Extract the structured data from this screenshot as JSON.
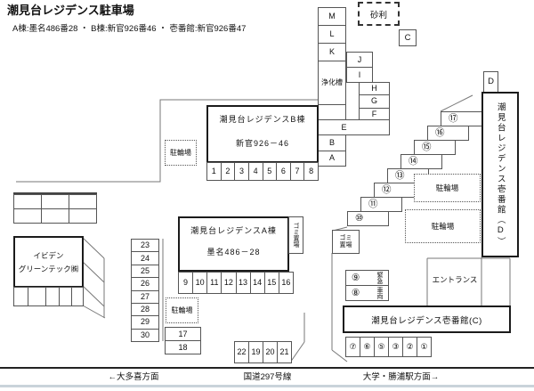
{
  "header": {
    "title": "潮見台レジデンス駐車場",
    "subtitle": "A棟:墨名486番28 ・ B棟:新官926番46 ・ 壱番館:新官926番47"
  },
  "buildings": {
    "b_name": "潮見台レジデンスB棟",
    "b_addr": "新官926－46",
    "a_name": "潮見台レジデンスA棟",
    "a_addr": "墨名486－28",
    "c_name": "潮見台レジデンス壱番館(C)",
    "d_name": "潮見台レジデンス壱番館（D）",
    "company_line1": "イビデン",
    "company_line2": "グリーンテック㈱"
  },
  "areas": {
    "gravel": "砂利",
    "septic_tank": "浄化槽",
    "bicycle_parking": "駐輪場",
    "trash_vertical": "ゴミ置場",
    "trash_line1": "ゴミ",
    "trash_line2": "置場",
    "entrance": "エントランス",
    "box_c": "C",
    "box_d": "D",
    "emergency_top": "緊急",
    "emergency_bottom": "車両"
  },
  "roads": {
    "west": "←大多喜方面",
    "route": "国道297号線",
    "east": "大学・勝浦駅方面→"
  },
  "spots": {
    "m_l_k": [
      "M",
      "L",
      "K"
    ],
    "j_i": [
      "J",
      "I"
    ],
    "h_g_f": [
      "H",
      "G",
      "F"
    ],
    "e": "E",
    "b_a": [
      "B",
      "A"
    ],
    "row_1_8": [
      "1",
      "2",
      "3",
      "4",
      "5",
      "6",
      "7",
      "8"
    ],
    "row_9_16": [
      "9",
      "10",
      "11",
      "12",
      "13",
      "14",
      "15",
      "16"
    ],
    "col_23_30": [
      "23",
      "24",
      "25",
      "26",
      "27",
      "28",
      "29",
      "30"
    ],
    "col_17_18": [
      "17",
      "18"
    ],
    "row_19_22": [
      "22",
      "19",
      "20",
      "21"
    ],
    "stair_10_17": [
      "⑩",
      "⑪",
      "⑫",
      "⑬",
      "⑭",
      "⑮",
      "⑯",
      "⑰"
    ],
    "row_circled": [
      "⑦",
      "⑥",
      "⑤",
      "③",
      "②",
      "①"
    ],
    "emergency_nums": [
      "⑨",
      "⑧"
    ]
  }
}
